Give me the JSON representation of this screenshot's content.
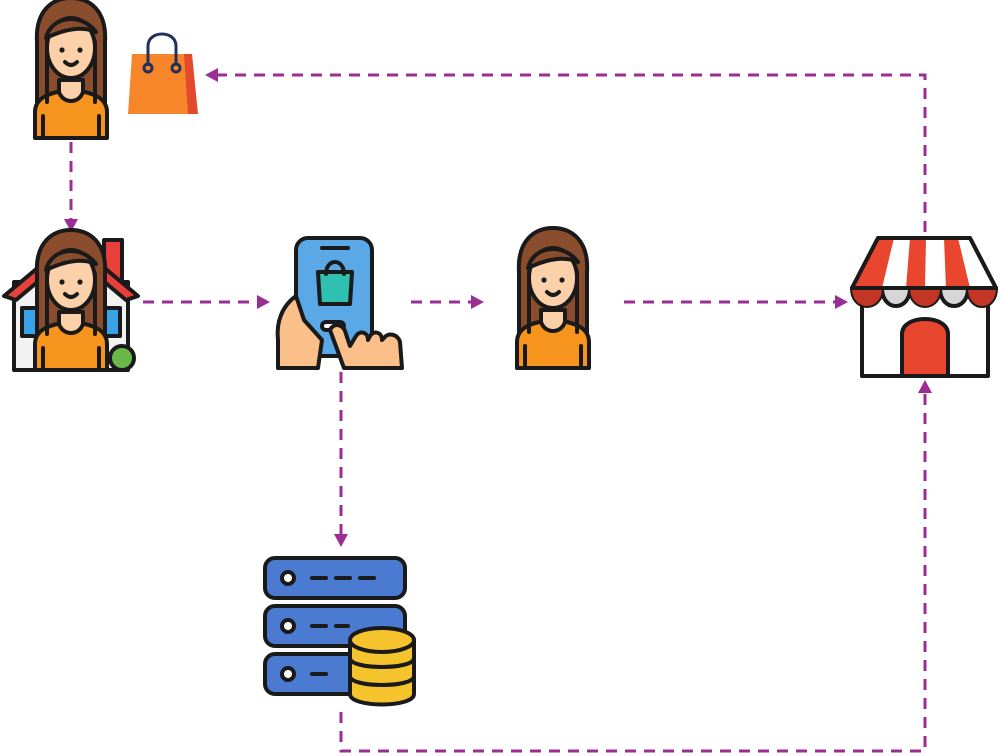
{
  "diagram": {
    "type": "flow",
    "nodes": [
      {
        "id": "customer-with-purchase",
        "icon": "woman-with-shopping-bag-icon"
      },
      {
        "id": "customer-at-home",
        "icon": "woman-at-home-icon"
      },
      {
        "id": "mobile-shopping-app",
        "icon": "smartphone-shopping-icon"
      },
      {
        "id": "customer",
        "icon": "woman-icon"
      },
      {
        "id": "store",
        "icon": "storefront-icon"
      },
      {
        "id": "database-server",
        "icon": "server-database-icon"
      }
    ],
    "edges": [
      {
        "from": "customer-with-purchase",
        "to": "customer-at-home"
      },
      {
        "from": "customer-at-home",
        "to": "mobile-shopping-app"
      },
      {
        "from": "mobile-shopping-app",
        "to": "customer"
      },
      {
        "from": "customer",
        "to": "store"
      },
      {
        "from": "mobile-shopping-app",
        "to": "database-server"
      },
      {
        "from": "database-server",
        "to": "store"
      },
      {
        "from": "store",
        "to": "customer-with-purchase"
      }
    ]
  },
  "colors": {
    "connector": "#9b2e95",
    "outline": "#1a1a1a",
    "skin": "#fcd0a8",
    "hair": "#8a4d2e",
    "shirt": "#f7941d",
    "bag": "#f7862a",
    "house_roof": "#e8403a",
    "phone": "#5aa8e6",
    "server": "#4a7bd1",
    "coins": "#f5c32c",
    "awning_red": "#e8462f"
  }
}
